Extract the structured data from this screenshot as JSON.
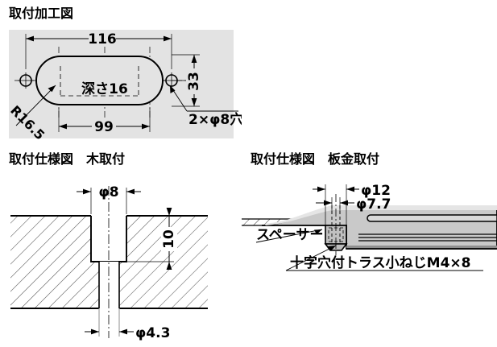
{
  "headings": {
    "top": "取付加工図",
    "wood": "取付仕様図　木取付",
    "metal": "取付仕様図　板金取付"
  },
  "drilling_diagram": {
    "panel_color": "#e3e3e3",
    "dimensions": {
      "overall_width": "116",
      "slot_length": "99",
      "height": "33",
      "radius": "R16.5",
      "depth_note": "深さ16",
      "hole_note": "2×φ8穴"
    }
  },
  "wood_diagram": {
    "dimensions": {
      "counterbore_dia": "φ8",
      "counterbore_depth": "10",
      "through_hole_dia": "φ4.3"
    }
  },
  "metal_diagram": {
    "dimensions": {
      "outer_dia": "φ12",
      "inner_dia": "φ7.7"
    },
    "labels": {
      "spacer": "スペーサー",
      "screw": "十字穴付トラス小ねじM4×8"
    },
    "colors": {
      "handle_light": "#d4d4d4",
      "handle_mid": "#b8b8b8",
      "handle_dark": "#8f8f8f",
      "outline": "#000000"
    }
  }
}
